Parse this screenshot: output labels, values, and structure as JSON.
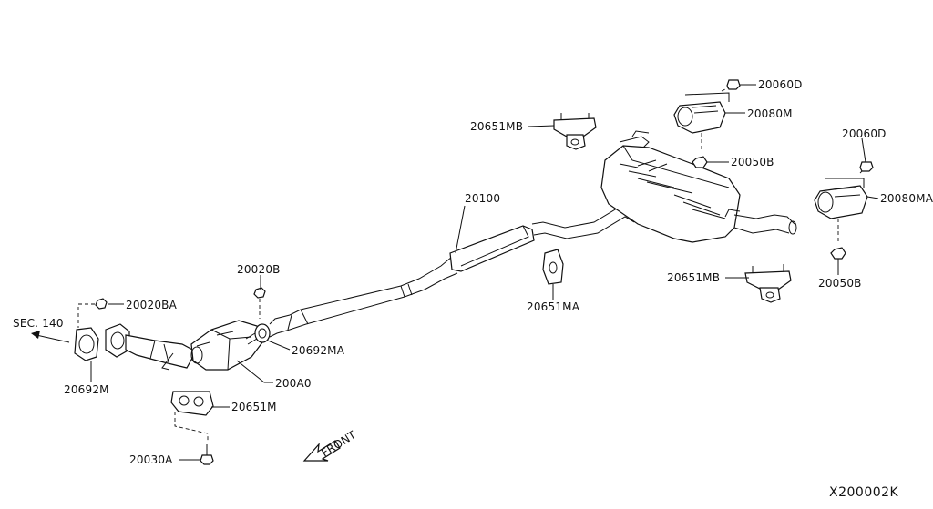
{
  "diagram": {
    "code": "X200002K",
    "section_ref": "SEC. 140",
    "front_label": "FRONT",
    "labels": {
      "p20020BA": "20020BA",
      "p20692M": "20692M",
      "p20020B": "20020B",
      "p20692MA": "20692MA",
      "p200A0": "200A0",
      "p20651M": "20651M",
      "p20030A": "20030A",
      "p20100": "20100",
      "p20651MA": "20651MA",
      "p20651MB_top": "20651MB",
      "p20651MB_bottom": "20651MB",
      "p20060D_top": "20060D",
      "p20080M": "20080M",
      "p20050B_top": "20050B",
      "p20060D_right": "20060D",
      "p20080MA": "20080MA",
      "p20050B_right": "20050B"
    }
  }
}
